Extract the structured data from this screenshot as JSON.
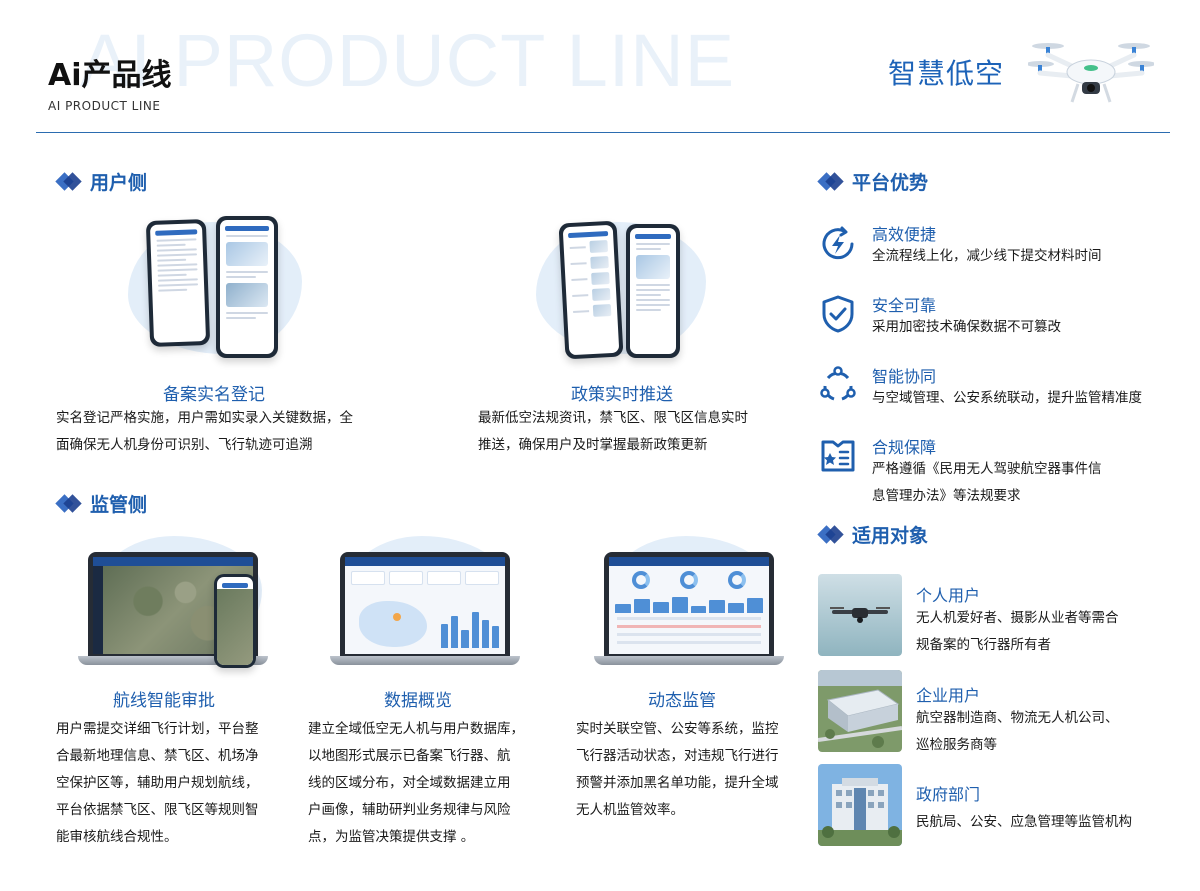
{
  "header": {
    "title": "Ai产品线",
    "watermark": "AI PRODUCT LINE",
    "subtitle": "AI PRODUCT LINE",
    "brand": "智慧低空"
  },
  "user_side": {
    "heading": "用户侧",
    "items": [
      {
        "title": "备案实名登记",
        "desc": [
          "实名登记严格实施，用户需如实录入关键数据，全",
          "面确保无人机身份可识别、飞行轨迹可追溯"
        ]
      },
      {
        "title": "政策实时推送",
        "desc": [
          "最新低空法规资讯，禁飞区、限飞区信息实时",
          "推送，确保用户及时掌握最新政策更新"
        ]
      }
    ]
  },
  "regulator_side": {
    "heading": "监管侧",
    "items": [
      {
        "title": "航线智能审批",
        "desc": [
          "用户需提交详细飞行计划，平台整",
          "合最新地理信息、禁飞区、机场净",
          "空保护区等，辅助用户规划航线，",
          "平台依据禁飞区、限飞区等规则智",
          "能审核航线合规性。"
        ]
      },
      {
        "title": "数据概览",
        "desc": [
          "建立全域低空无人机与用户数据库，",
          "以地图形式展示已备案飞行器、航",
          "线的区域分布，对全域数据建立用",
          "户画像，辅助研判业务规律与风险",
          "点，为监管决策提供支撑 。"
        ]
      },
      {
        "title": "动态监管",
        "desc": [
          "实时关联空管、公安等系统，监控",
          "飞行器活动状态，对违规飞行进行",
          "预警并添加黑名单功能，提升全域",
          "无人机监管效率。"
        ]
      }
    ]
  },
  "advantages": {
    "heading": "平台优势",
    "items": [
      {
        "icon": "lightning-cycle-icon",
        "title": "高效便捷",
        "desc": [
          "全流程线上化，减少线下提交材料时间"
        ]
      },
      {
        "icon": "shield-check-icon",
        "title": "安全可靠",
        "desc": [
          "采用加密技术确保数据不可篡改"
        ]
      },
      {
        "icon": "cycle-nodes-icon",
        "title": "智能协同",
        "desc": [
          "与空域管理、公安系统联动，提升监管精准度"
        ]
      },
      {
        "icon": "document-star-icon",
        "title": "合规保障",
        "desc": [
          "严格遵循《民用无人驾驶航空器事件信",
          "息管理办法》等法规要求"
        ]
      }
    ]
  },
  "audiences": {
    "heading": "适用对象",
    "items": [
      {
        "title": "个人用户",
        "desc": [
          "无人机爱好者、摄影从业者等需合",
          "规备案的飞行器所有者"
        ]
      },
      {
        "title": "企业用户",
        "desc": [
          "航空器制造商、物流无人机公司、",
          "巡检服务商等"
        ]
      },
      {
        "title": "政府部门",
        "desc": [
          "民航局、公安、应急管理等监管机构"
        ]
      }
    ]
  },
  "colors": {
    "accent": "#1f5fae",
    "rule": "#2b6cb0",
    "blob": "#e3eef9"
  }
}
